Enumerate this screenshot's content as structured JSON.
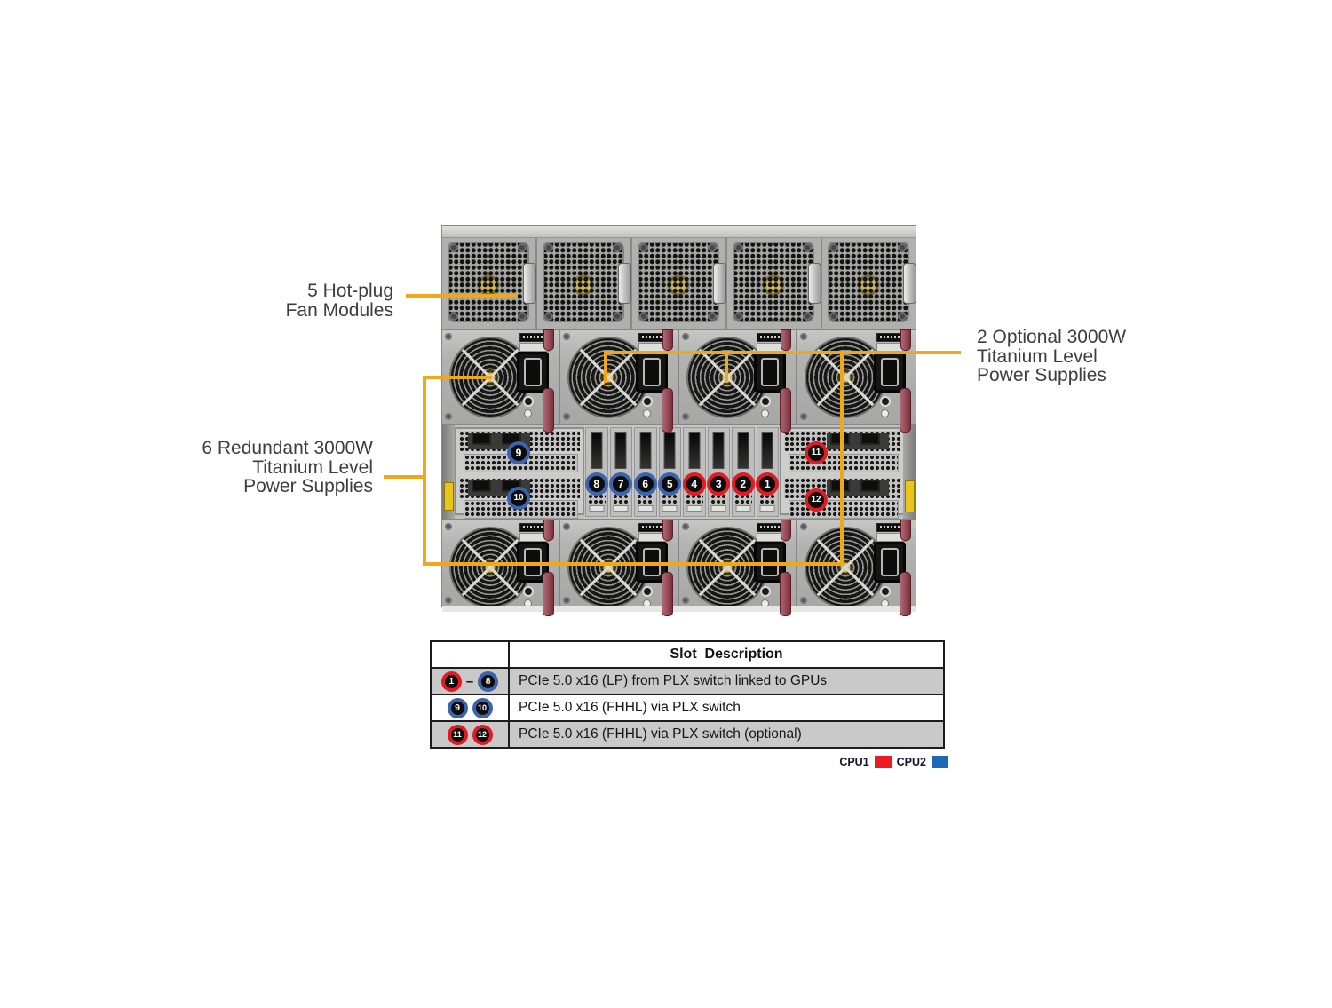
{
  "colors": {
    "cpu1": "#E01B22",
    "cpu2": "#3C63AE",
    "legend_cpu1": "#EC1C24",
    "legend_cpu2": "#1B6AB5",
    "callout_line": "#F0A818"
  },
  "callouts": {
    "fans": "5 Hot-plug\nFan Modules",
    "redundant": "6 Redundant 3000W\nTitanium Level\nPower Supplies",
    "optional": "2 Optional 3000W\nTitanium Level\nPower Supplies"
  },
  "server": {
    "middle_slots": [
      {
        "label": "8",
        "cpu": "cpu2"
      },
      {
        "label": "7",
        "cpu": "cpu2"
      },
      {
        "label": "6",
        "cpu": "cpu2"
      },
      {
        "label": "5",
        "cpu": "cpu2"
      },
      {
        "label": "4",
        "cpu": "cpu1"
      },
      {
        "label": "3",
        "cpu": "cpu1"
      },
      {
        "label": "2",
        "cpu": "cpu1"
      },
      {
        "label": "1",
        "cpu": "cpu1"
      }
    ],
    "side_slots": [
      {
        "label": "9",
        "cpu": "cpu2"
      },
      {
        "label": "10",
        "cpu": "cpu2"
      },
      {
        "label": "11",
        "cpu": "cpu1"
      },
      {
        "label": "12",
        "cpu": "cpu1"
      }
    ]
  },
  "table": {
    "header": "Slot  Description",
    "rows": [
      {
        "badges": [
          {
            "label": "1",
            "cpu": "cpu1"
          },
          {
            "label": "8",
            "cpu": "cpu2"
          }
        ],
        "dash": "–",
        "description": "PCIe 5.0 x16 (LP) from PLX switch linked to GPUs"
      },
      {
        "badges": [
          {
            "label": "9",
            "cpu": "cpu2"
          },
          {
            "label": "10",
            "cpu": "cpu2"
          }
        ],
        "dash": "",
        "description": "PCIe 5.0 x16 (FHHL) via PLX switch"
      },
      {
        "badges": [
          {
            "label": "11",
            "cpu": "cpu1"
          },
          {
            "label": "12",
            "cpu": "cpu1"
          }
        ],
        "dash": "",
        "description": "PCIe 5.0 x16 (FHHL) via PLX switch (optional)"
      }
    ]
  },
  "legend": {
    "items": [
      {
        "label": "CPU1",
        "colorKey": "legend_cpu1"
      },
      {
        "label": "CPU2",
        "colorKey": "legend_cpu2"
      }
    ]
  }
}
